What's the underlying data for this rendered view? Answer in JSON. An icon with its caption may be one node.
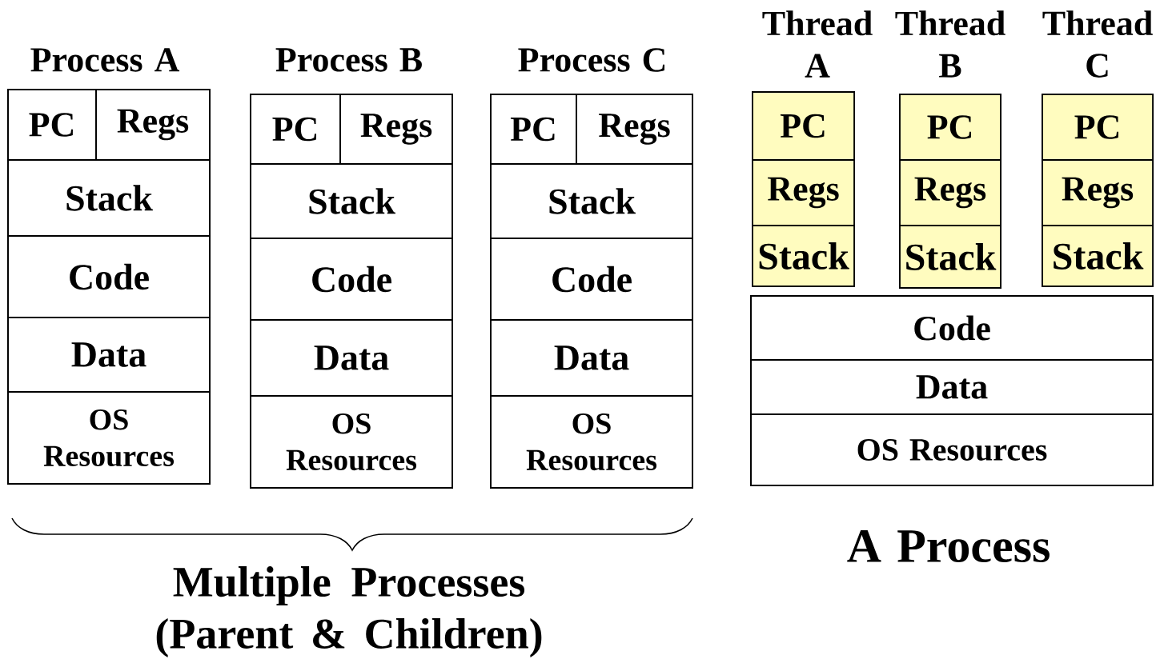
{
  "diagram": {
    "nodes": [
      {
        "text": [
          "Process A"
        ]
      },
      {
        "text": [
          "PC"
        ],
        "in": 0
      },
      {
        "text": [
          "Regs"
        ],
        "in": 0
      },
      {
        "text": [
          "Stack"
        ],
        "in": 0
      },
      {
        "text": [
          "Code"
        ],
        "in": 0
      },
      {
        "text": [
          "Data"
        ],
        "in": 0
      },
      {
        "text": [
          "OS Resources"
        ],
        "in": 0
      },
      {
        "text": [
          "Process B"
        ]
      },
      {
        "text": [
          "PC"
        ],
        "in": 7
      },
      {
        "text": [
          "Regs"
        ],
        "in": 7
      },
      {
        "text": [
          "Stack"
        ],
        "in": 7
      },
      {
        "text": [
          "Code"
        ],
        "in": 7
      },
      {
        "text": [
          "Data"
        ],
        "in": 7
      },
      {
        "text": [
          "OS Resources"
        ],
        "in": 7
      },
      {
        "text": [
          "Process C"
        ]
      },
      {
        "text": [
          "PC"
        ],
        "in": 14
      },
      {
        "text": [
          "Regs"
        ],
        "in": 14
      },
      {
        "text": [
          "Stack"
        ],
        "in": 14
      },
      {
        "text": [
          "Code"
        ],
        "in": 14
      },
      {
        "text": [
          "Data"
        ],
        "in": 14
      },
      {
        "text": [
          "OS Resources"
        ],
        "in": 14
      },
      {
        "text": [
          "Thread A"
        ]
      },
      {
        "text": [
          "PC"
        ],
        "in": 21
      },
      {
        "text": [
          "Regs"
        ],
        "in": 21
      },
      {
        "text": [
          "Stack"
        ],
        "in": 21
      },
      {
        "text": [
          "Thread B"
        ]
      },
      {
        "text": [
          "PC"
        ],
        "in": 25
      },
      {
        "text": [
          "Regs"
        ],
        "in": 25
      },
      {
        "text": [
          "Stack"
        ],
        "in": 25
      },
      {
        "text": [
          "Thread C"
        ]
      },
      {
        "text": [
          "PC"
        ],
        "in": 29
      },
      {
        "text": [
          "Regs"
        ],
        "in": 29
      },
      {
        "text": [
          "Stack"
        ],
        "in": 29
      },
      {
        "text": [],
        "shape": "box"
      },
      {
        "text": [
          "Code"
        ],
        "in": 33
      },
      {
        "text": [
          "Data"
        ],
        "in": 33
      },
      {
        "text": [
          "OS Resources"
        ],
        "in": 33
      }
    ],
    "edges": [],
    "labels": [
      "Multiple Processes (Parent & Children)",
      "A Process"
    ]
  }
}
